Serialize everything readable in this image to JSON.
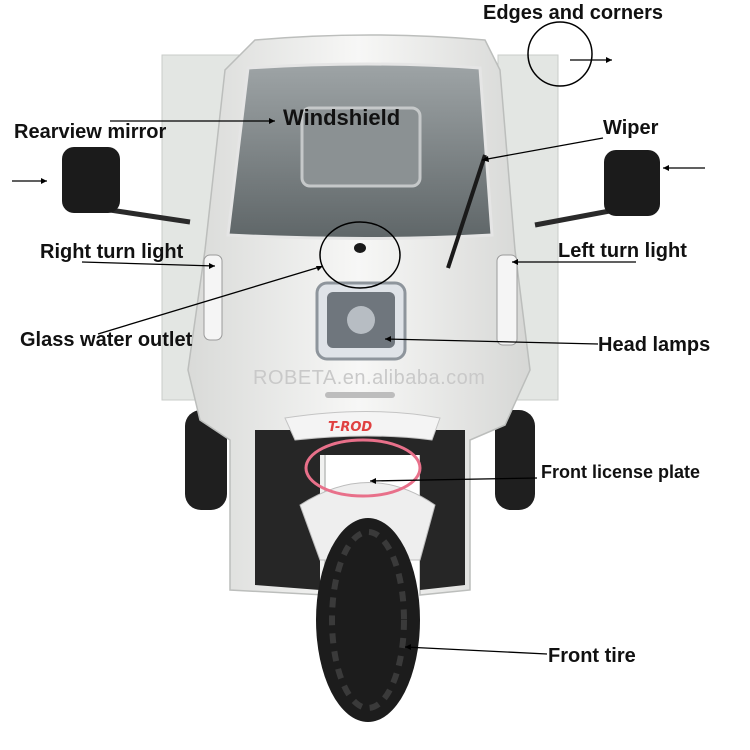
{
  "labels": {
    "edges_corners": "Edges and corners",
    "windshield": "Windshield",
    "rearview_mirror": "Rearview mirror",
    "wiper": "Wiper",
    "right_turn_light": "Right turn light",
    "left_turn_light": "Left turn light",
    "glass_water_outlet": "Glass water outlet",
    "head_lamps": "Head lamps",
    "front_license_plate": "Front license plate",
    "front_tire": "Front tire"
  },
  "watermark": "ROBETA.en.alibaba.com",
  "logo_text": "T-ROD",
  "colors": {
    "body": "#f2f2f0",
    "cargo_box": "#e4e7e4",
    "tire": "#1c1c1c",
    "callout_line": "#000000",
    "highlight_black": "#000000",
    "highlight_pink": "#e8708a"
  }
}
